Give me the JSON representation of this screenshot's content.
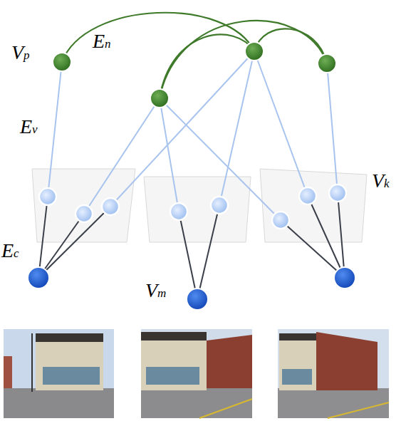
{
  "diagram": {
    "labels": [
      "Vp",
      "En",
      "Ev",
      "Ec",
      "Vm",
      "Vk"
    ]
  }
}
